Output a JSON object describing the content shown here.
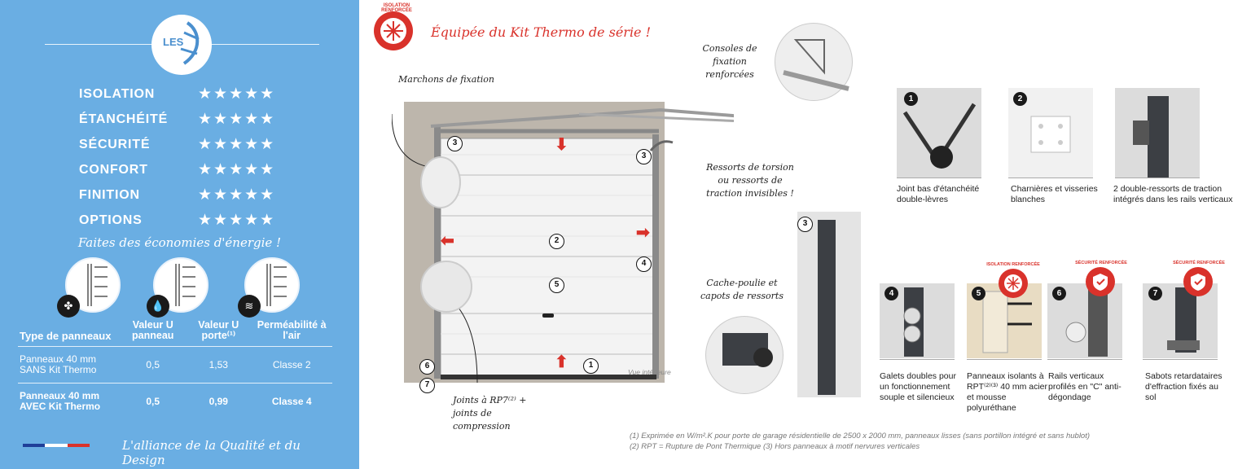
{
  "brand": {
    "logo_text": "LES"
  },
  "ratings": [
    {
      "label": "ISOLATION",
      "stars": "★★★★★"
    },
    {
      "label": "ÉTANCHÉITÉ",
      "stars": "★★★★★"
    },
    {
      "label": "SÉCURITÉ",
      "stars": "★★★★★"
    },
    {
      "label": "CONFORT",
      "stars": "★★★★★"
    },
    {
      "label": "FINITION",
      "stars": "★★★★★"
    },
    {
      "label": "OPTIONS",
      "stars": "★★★★★"
    }
  ],
  "energy_slogan": "Faites des économies d'énergie !",
  "table": {
    "headers": [
      "Type de panneaux",
      "Valeur U panneau",
      "Valeur U porte⁽¹⁾",
      "Perméabilité à l'air"
    ],
    "rows": [
      {
        "type": "Panneaux 40 mm SANS Kit Thermo",
        "u_panneau": "0,5",
        "u_porte": "1,53",
        "permeabilite": "Classe 2"
      },
      {
        "type": "Panneaux 40 mm AVEC Kit Thermo",
        "u_panneau": "0,5",
        "u_porte": "0,99",
        "permeabilite": "Classe 4"
      }
    ]
  },
  "bottom_slogan": "L'alliance de la Qualité et du Design",
  "title_badge": "ISOLATION RENFORCÉE",
  "title": "Équipée du Kit Thermo de série !",
  "annotations": {
    "marchons": "Marchons de fixation",
    "consoles": "Consoles de fixation renforcées",
    "ressorts": "Ressorts de torsion ou ressorts de traction invisibles !",
    "cache_poulie": "Cache-poulie et capots de ressorts",
    "joints": "Joints à RP7⁽²⁾ + joints de compression",
    "vue": "Vue intérieure"
  },
  "door_numbers": [
    "1",
    "2",
    "3",
    "3",
    "4",
    "5",
    "6",
    "7"
  ],
  "features_top": [
    {
      "num": "1",
      "caption": "Joint bas d'étanchéité double-lèvres"
    },
    {
      "num": "2",
      "caption": "Charnières et visseries blanches"
    },
    {
      "num": "3",
      "caption": "2 double-ressorts de traction intégrés dans les rails verticaux"
    }
  ],
  "features_bottom": [
    {
      "num": "4",
      "caption": "Galets doubles pour un fonctionnement souple et silencieux",
      "badge": ""
    },
    {
      "num": "5",
      "caption": "Panneaux isolants à RPT⁽²⁾⁽³⁾ 40 mm acier et mousse polyuréthane",
      "badge": "ISOLATION RENFORCÉE"
    },
    {
      "num": "6",
      "caption": "Rails verticaux profilés en \"C\" anti-dégondage",
      "badge": "SÉCURITÉ RENFORCÉE"
    },
    {
      "num": "7",
      "caption": "Sabots retardataires d'effraction fixés au sol",
      "badge": "SÉCURITÉ RENFORCÉE"
    }
  ],
  "footnotes": [
    "(1) Exprimée en W/m².K pour porte de garage résidentielle de 2500 x 2000 mm, panneaux lisses (sans portillon intégré et sans hublot)",
    "(2) RPT = Rupture de Pont Thermique   (3) Hors panneaux à motif nervures verticales"
  ],
  "colors": {
    "panel_blue": "#6aaee3",
    "accent_red": "#d9322b"
  }
}
